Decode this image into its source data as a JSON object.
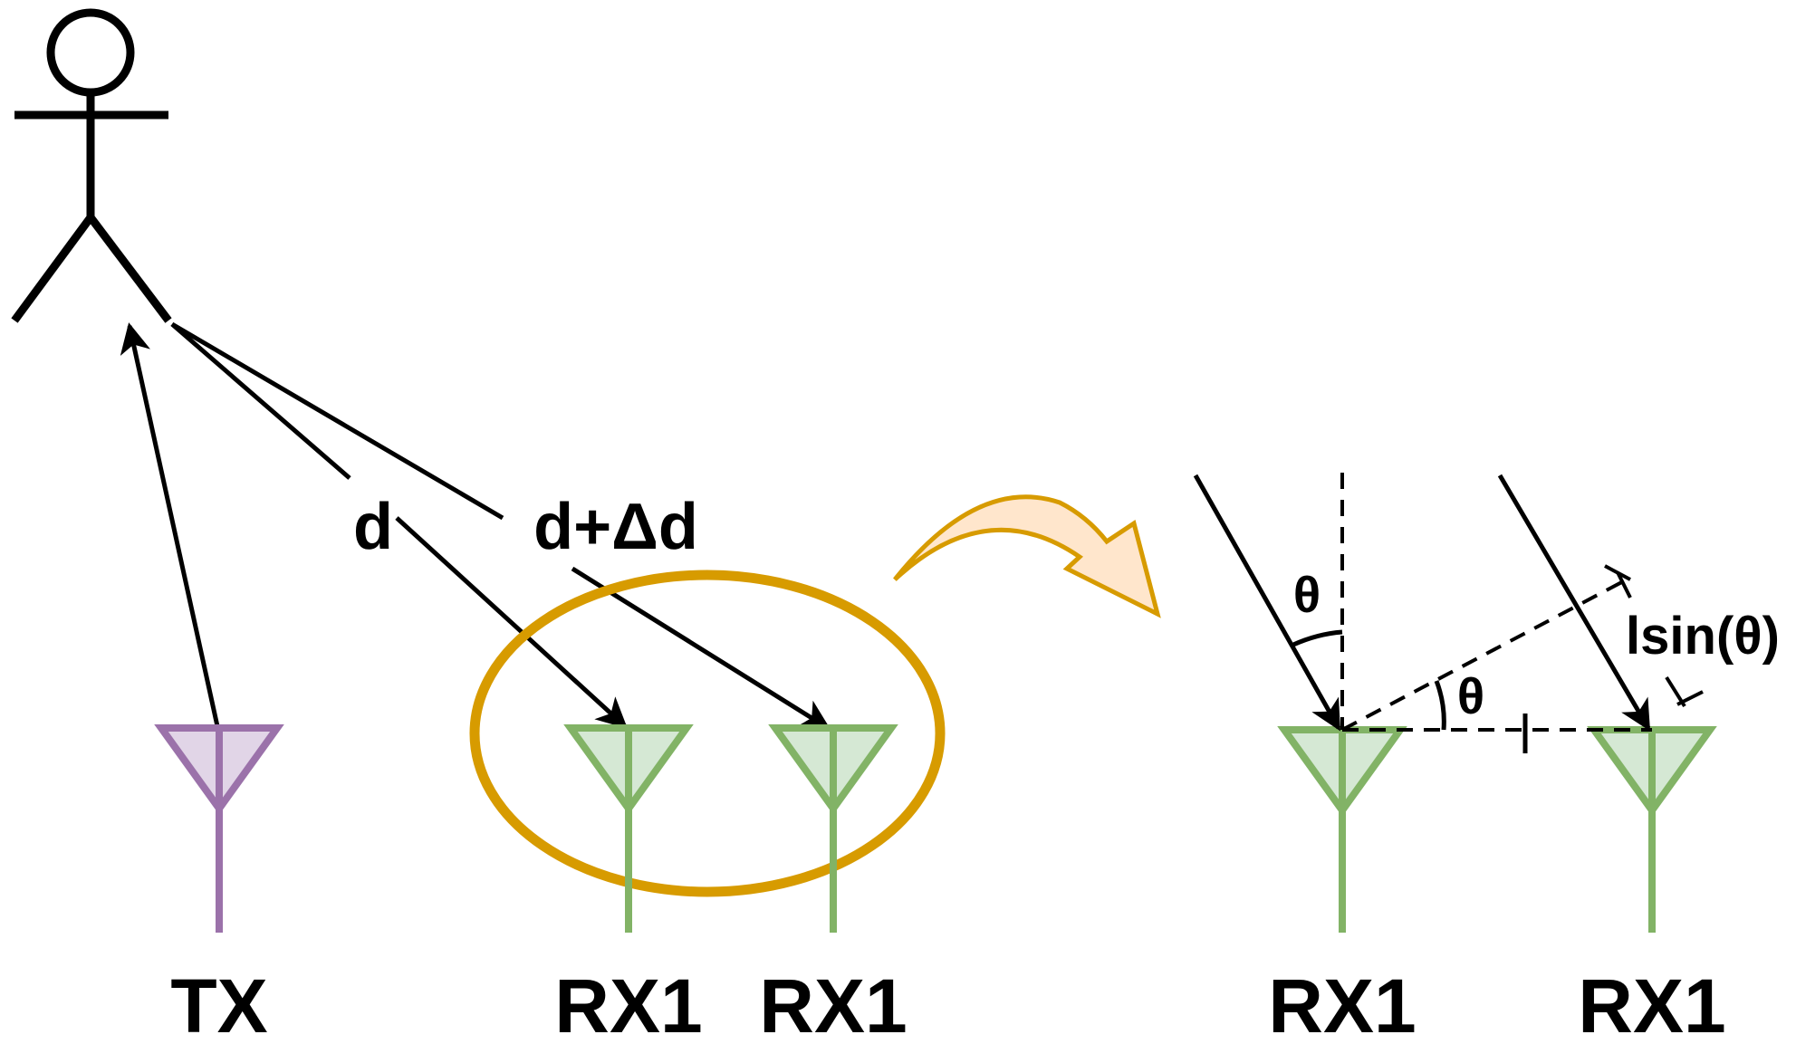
{
  "labels": {
    "tx": "TX",
    "rx_a": "RX1",
    "rx_b": "RX1",
    "rx_c": "RX1",
    "rx_d": "RX1",
    "path_d": "d",
    "path_d_delta": "d+Δd",
    "theta_top": "θ",
    "theta_mid": "θ",
    "lsin": "lsin(θ)"
  },
  "colors": {
    "tx_stroke": "#9b72aa",
    "tx_fill": "#e1d5e7",
    "rx_stroke": "#82b366",
    "rx_fill": "#d5e8d4",
    "ellipse": "#d79b00",
    "arrow_fill": "#ffe6cc",
    "arrow_stroke": "#d79b00",
    "ink": "#000000"
  },
  "icons": {
    "person": "stick-figure-person-icon",
    "tx_antenna": "antenna-icon",
    "rx_antenna": "antenna-icon",
    "zoom_arrow": "curved-arrow-icon"
  }
}
